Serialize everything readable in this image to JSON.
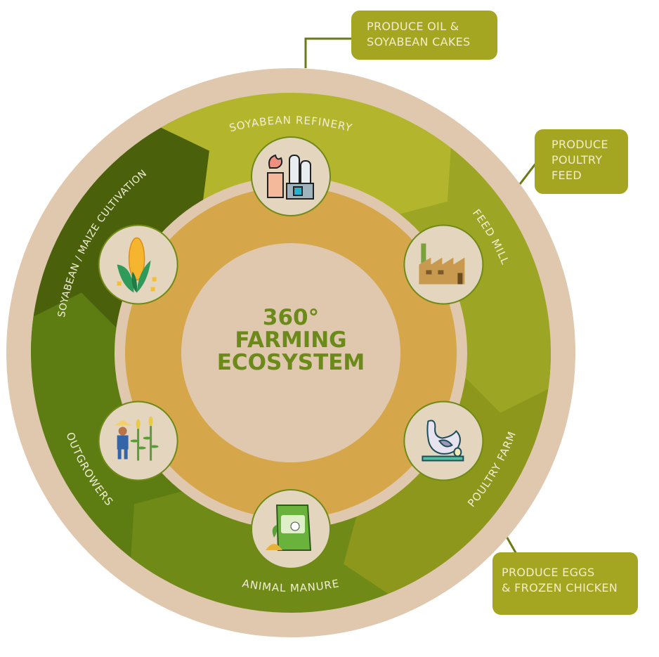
{
  "center": {
    "line1": "360°",
    "line2": "FARMING",
    "line3": "ECOSYSTEM"
  },
  "segments": [
    {
      "label": "SOYABEAN REFINERY",
      "icon": "refinery-icon",
      "color": "#b3b62c"
    },
    {
      "label": "FEED MILL",
      "icon": "factory-icon",
      "color": "#9ca524"
    },
    {
      "label": "POULTRY FARM",
      "icon": "hen-icon",
      "color": "#8c971b"
    },
    {
      "label": "ANIMAL MANURE",
      "icon": "manure-bag-icon",
      "color": "#6f8a16"
    },
    {
      "label": "OUTGROWERS",
      "icon": "farmer-icon",
      "color": "#5d7d13"
    },
    {
      "label": "SOYABEAN / MAIZE CULTIVATION",
      "icon": "corn-icon",
      "color": "#4a600b"
    }
  ],
  "callouts": [
    {
      "line1": "PRODUCE OIL &",
      "line2": "SOYABEAN CAKES"
    },
    {
      "line1": "PRODUCE",
      "line2": "POULTRY",
      "line3": "FEED"
    },
    {
      "line1": "PRODUCE EGGS",
      "line2": "& FROZEN CHICKEN"
    }
  ],
  "colors": {
    "outer_ring": "#dfc8ad",
    "orange_ring": "#d6a64a",
    "inner_disc": "#dfc8ad",
    "callout": "#a4a622",
    "connector": "#6b7a14",
    "title": "#6b8a1a"
  }
}
